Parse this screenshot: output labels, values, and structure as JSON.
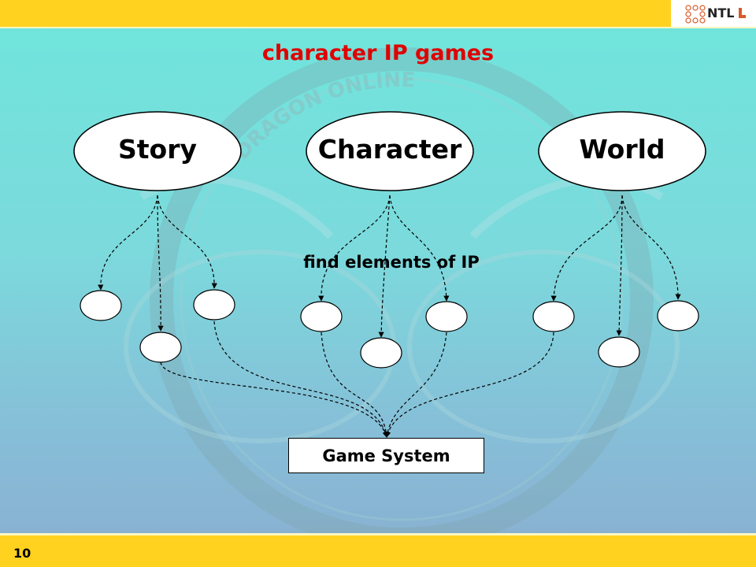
{
  "header": {
    "logo_text": "NTL",
    "brand_color": "#ffd21f"
  },
  "slide": {
    "title": "character IP games",
    "title_color": "#e00000",
    "page_number": "10"
  },
  "diagram": {
    "top_nodes": [
      {
        "label": "Story"
      },
      {
        "label": "Character"
      },
      {
        "label": "World"
      }
    ],
    "caption": "find elements of IP",
    "target": {
      "label": "Game System"
    },
    "element_nodes_per_group": 3
  },
  "background": {
    "watermark_text": "DRAGON ONLINE"
  }
}
